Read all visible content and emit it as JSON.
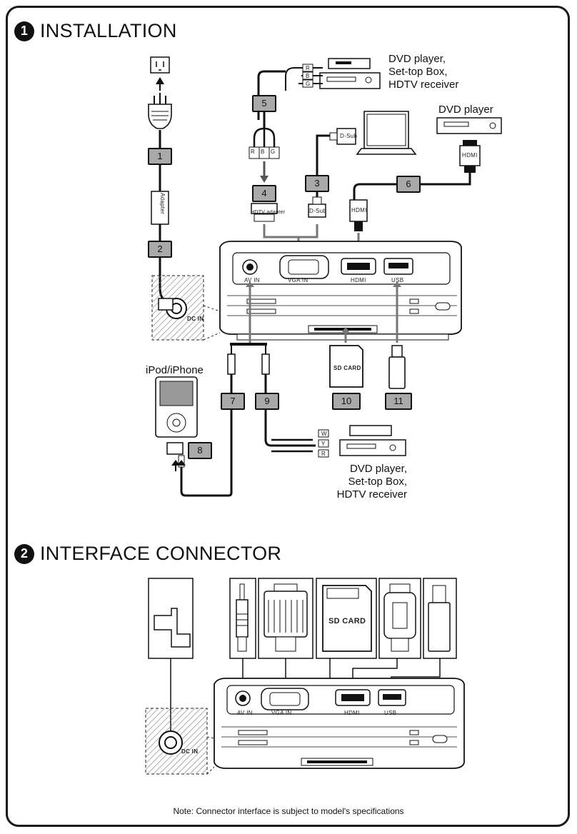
{
  "sections": {
    "installation": {
      "num": "1",
      "title": "INSTALLATION"
    },
    "interface": {
      "num": "2",
      "title": "INTERFACE CONNECTOR"
    }
  },
  "labels": {
    "dvd_settop_hdtv_top": [
      "DVD player,",
      "Set-top Box,",
      "HDTV receiver"
    ],
    "dvd_player": "DVD player",
    "ipod": "iPod/iPhone",
    "dvd_settop_hdtv_bottom": [
      "DVD player,",
      "Set-top Box,",
      "HDTV receiver"
    ],
    "adapter": "Adapter",
    "hdtv_adapter": "HDTV adapter",
    "dsub_left": "D-Sub",
    "dsub_top": "D-Sub",
    "hdmi_connector": "HDMI",
    "hdmi_plug_top": "HDMI",
    "sd_card": "SD CARD",
    "sd_card_big": "SD CARD",
    "dc_in": "DC IN",
    "rca": [
      "R",
      "B",
      "G"
    ],
    "rca_audio_top": [
      "R",
      "B",
      "G"
    ],
    "rca_bottom": [
      "W",
      "Y",
      "R"
    ]
  },
  "ports": {
    "av_in": "AV IN",
    "vga_in": "VGA IN",
    "hdmi": "HDMI",
    "usb": "USB"
  },
  "steps": [
    "1",
    "2",
    "3",
    "4",
    "5",
    "6",
    "7",
    "8",
    "9",
    "10",
    "11"
  ],
  "note": "Note: Connector interface is subject to model's specifications",
  "icons": [
    "power-outlet-icon",
    "power-plug-icon",
    "dvd-player-icon",
    "laptop-icon",
    "ipod-icon",
    "usb-stick-icon",
    "sd-card-icon",
    "projector-icon"
  ]
}
